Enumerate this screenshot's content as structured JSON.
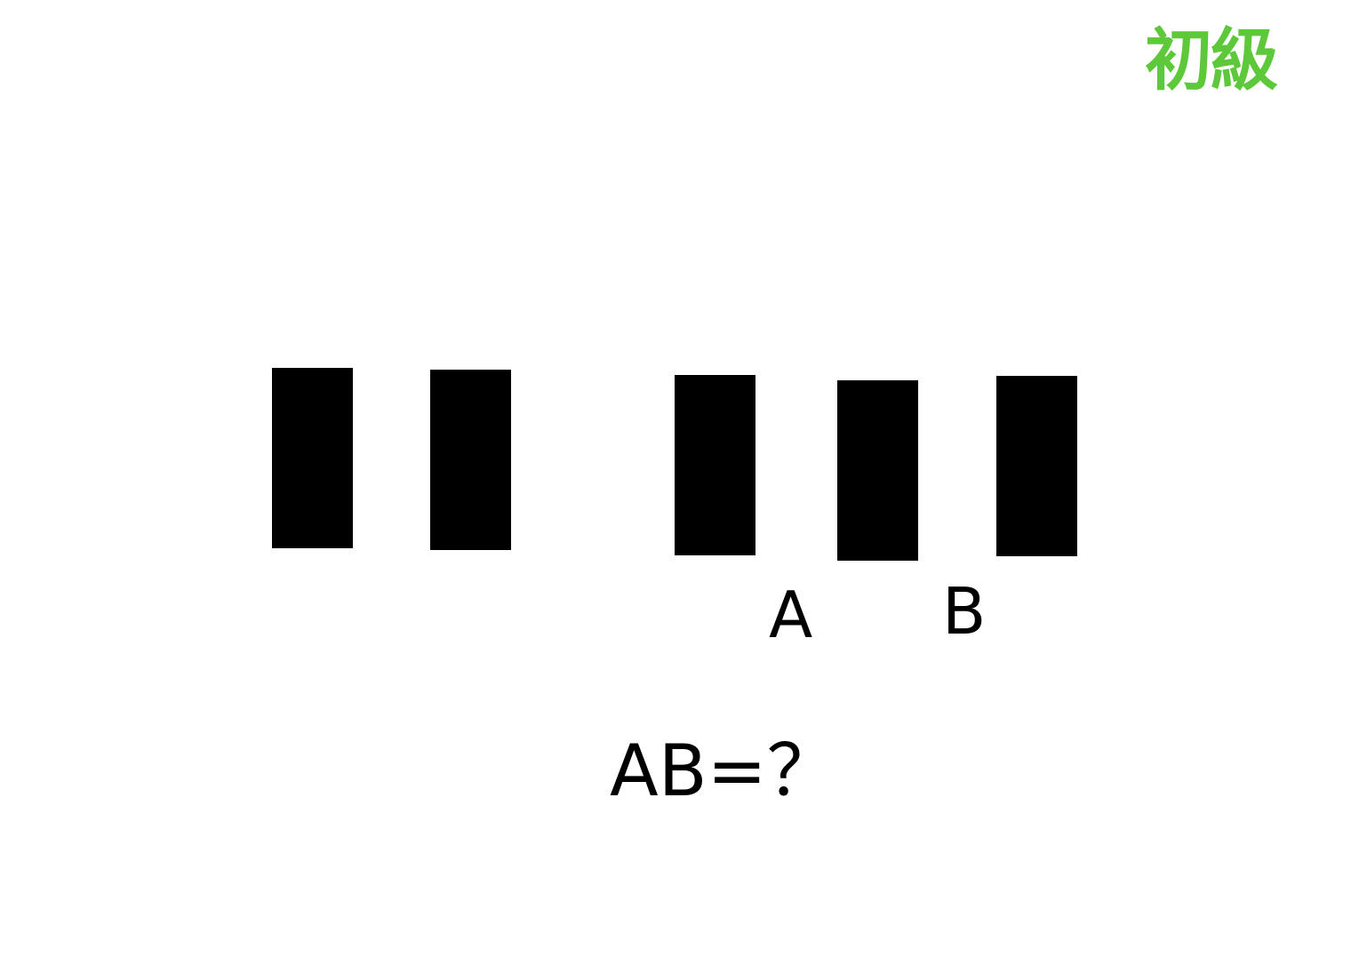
{
  "level": {
    "text": "初級",
    "color": "#5cc83a"
  },
  "labels": {
    "a": "A",
    "b": "B"
  },
  "question": {
    "text": "AB=？"
  },
  "bars": {
    "count": 5,
    "color": "#000000"
  }
}
